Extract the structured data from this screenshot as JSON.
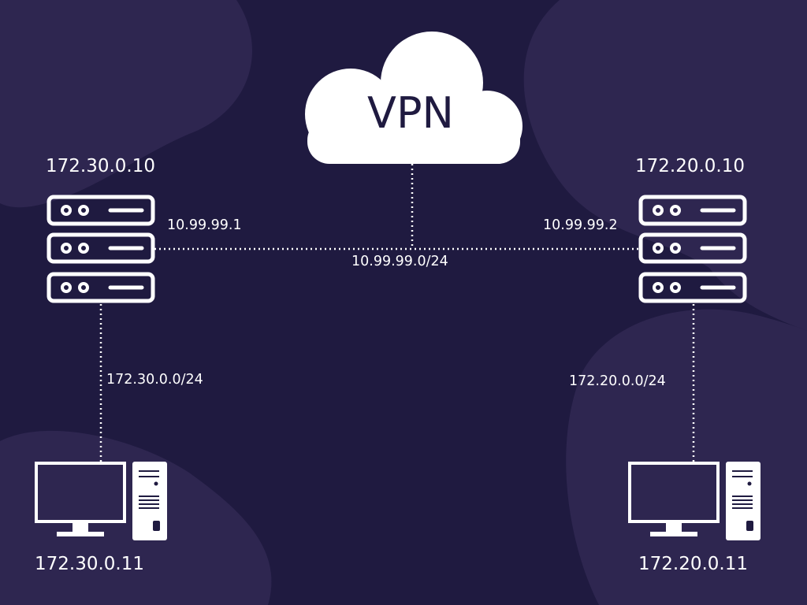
{
  "cloud": {
    "label": "VPN"
  },
  "routers": {
    "left": {
      "ip": "172.30.0.10",
      "tunnel_ip": "10.99.99.1"
    },
    "right": {
      "ip": "172.20.0.10",
      "tunnel_ip": "10.99.99.2"
    }
  },
  "networks": {
    "tunnel": "10.99.99.0/24",
    "left_lan": "172.30.0.0/24",
    "right_lan": "172.20.0.0/24"
  },
  "hosts": {
    "left": {
      "ip": "172.30.0.11"
    },
    "right": {
      "ip": "172.20.0.11"
    }
  },
  "colors": {
    "background": "#1f1a40",
    "blob": "#2e2650",
    "foreground": "#ffffff",
    "cloud_text": "#1f1a40"
  }
}
